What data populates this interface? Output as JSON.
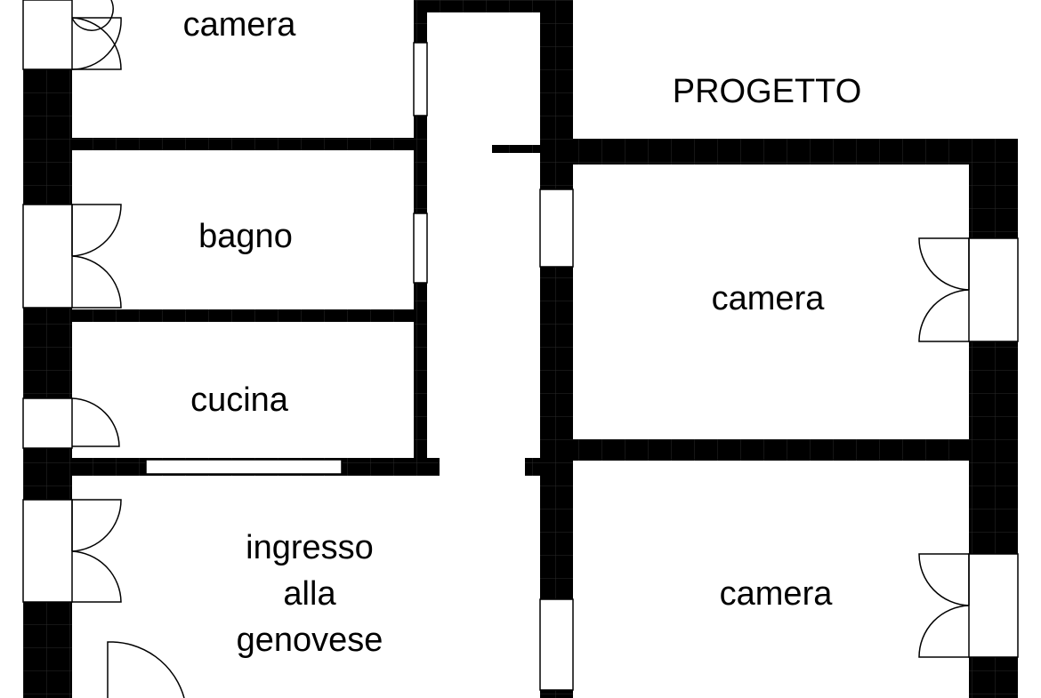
{
  "plan": {
    "title": "PROGETTO",
    "wall_color": "#000000",
    "background_color": "#ffffff",
    "rooms": {
      "camera_top": "camera",
      "bagno": "bagno",
      "cucina": "cucina",
      "ingresso_line1": "ingresso",
      "ingresso_line2": "alla",
      "ingresso_line3": "genovese",
      "camera_right_top": "camera",
      "camera_right_bottom": "camera"
    }
  }
}
